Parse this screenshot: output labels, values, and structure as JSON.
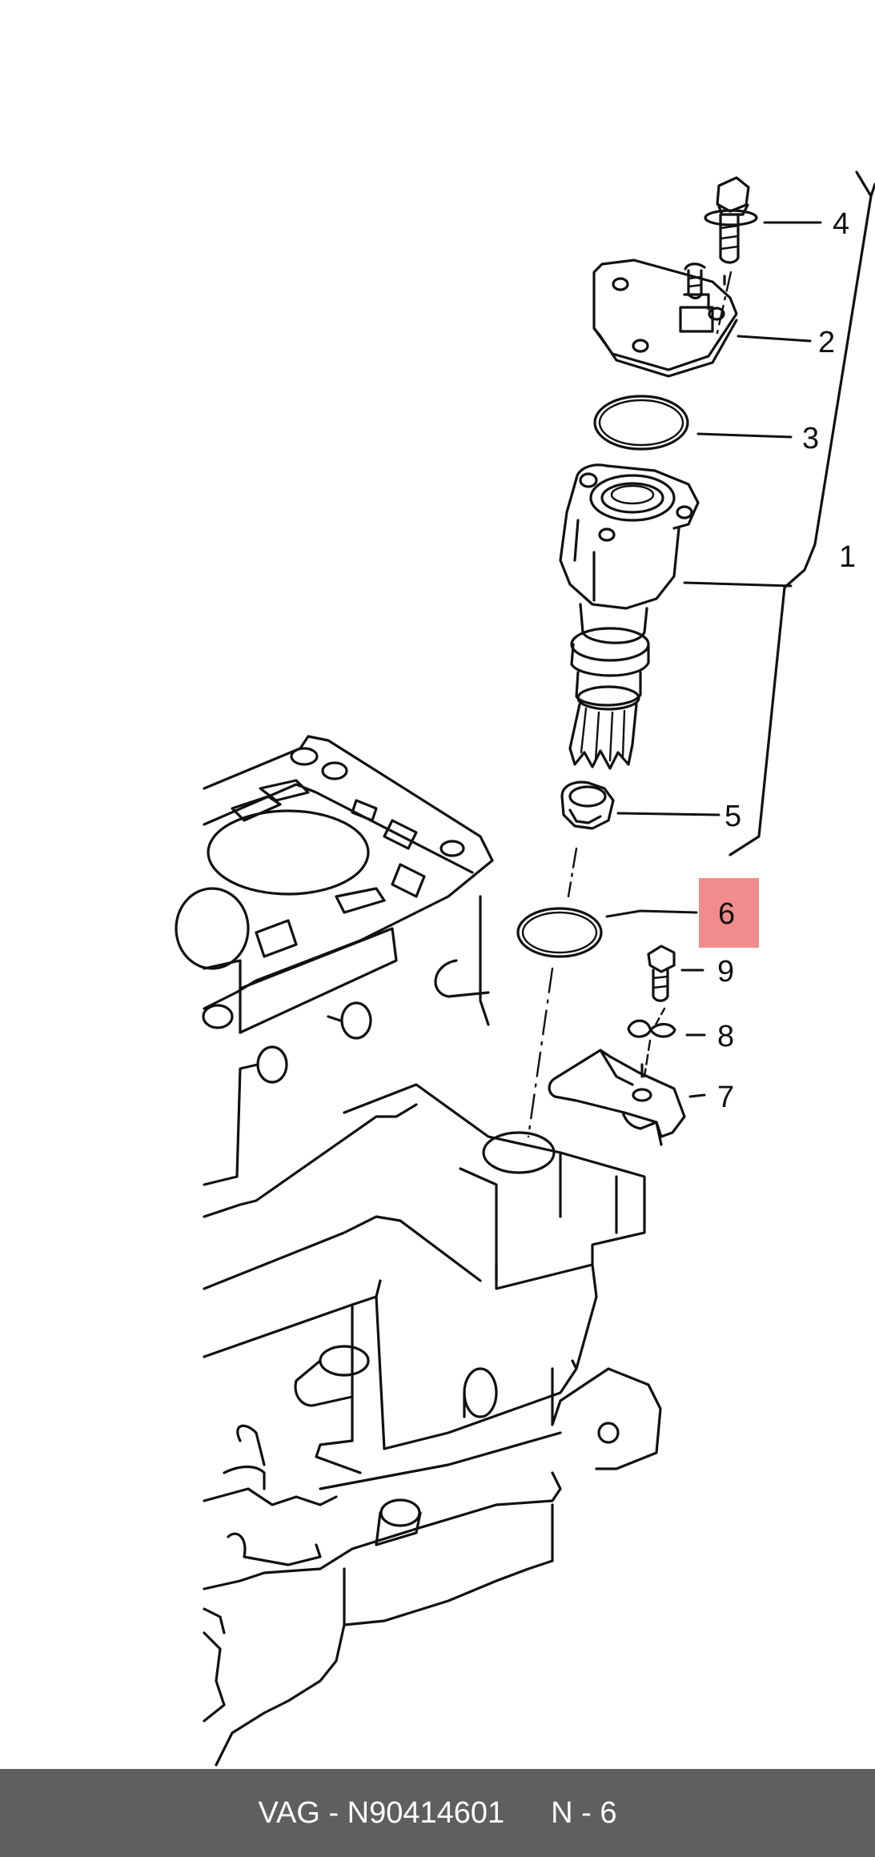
{
  "diagram": {
    "callouts": [
      {
        "number": "1"
      },
      {
        "number": "2"
      },
      {
        "number": "3"
      },
      {
        "number": "4"
      },
      {
        "number": "5"
      },
      {
        "number": "6",
        "highlighted": true
      },
      {
        "number": "7"
      },
      {
        "number": "8"
      },
      {
        "number": "9"
      }
    ],
    "highlight_color": "#f28b8b"
  },
  "footer": {
    "part_reference": "VAG - N90414601",
    "position_label": "N - 6",
    "background_color": "#5f5f5f"
  }
}
